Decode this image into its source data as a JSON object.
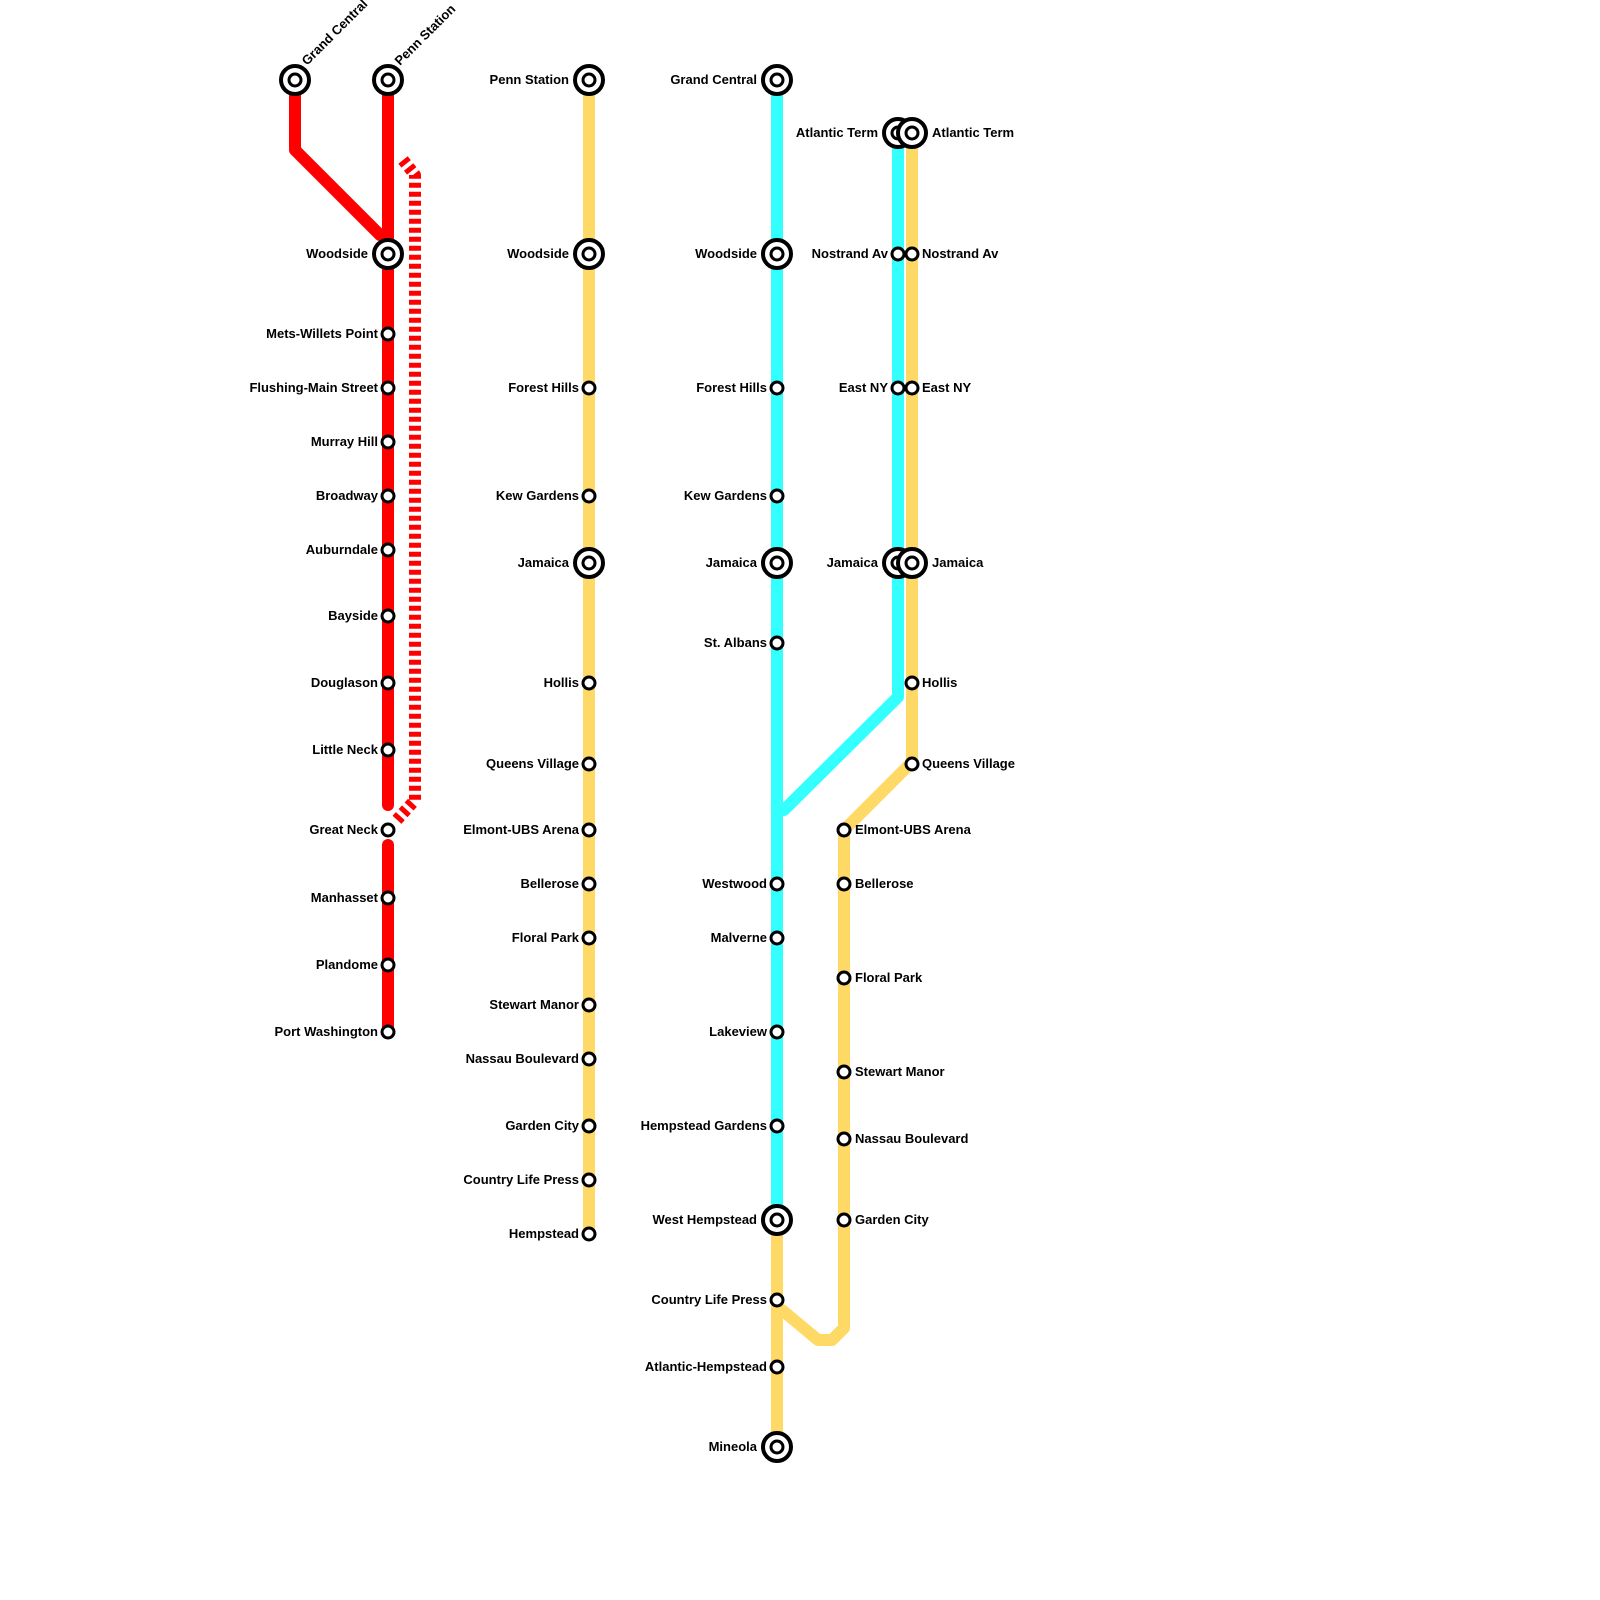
{
  "colors": {
    "port_washington": "#ff0000",
    "hempstead": "#ffd966",
    "west_hempstead": "#33ffff"
  },
  "lines": [
    {
      "id": "port-washington-branch",
      "color": "#ff0000"
    },
    {
      "id": "port-washington-express",
      "color": "#ff0000",
      "style": "dashed"
    },
    {
      "id": "hempstead-branch",
      "color": "#ffd966"
    },
    {
      "id": "west-hempstead-branch",
      "color": "#33ffff"
    },
    {
      "id": "atlantic-hempstead-branch",
      "color": "#ffd966"
    },
    {
      "id": "atlantic-west-hempstead-branch",
      "color": "#33ffff"
    },
    {
      "id": "mineola-connector",
      "color": "#ffd966"
    }
  ],
  "stations": {
    "pw_grand_central": "Grand Central",
    "pw_penn_station": "Penn Station",
    "pw_woodside": "Woodside",
    "pw_mets": "Mets-Willets Point",
    "pw_flushing": "Flushing-Main Street",
    "pw_murray_hill": "Murray Hill",
    "pw_broadway": "Broadway",
    "pw_auburndale": "Auburndale",
    "pw_bayside": "Bayside",
    "pw_douglason": "Douglason",
    "pw_little_neck": "Little Neck",
    "pw_great_neck": "Great Neck",
    "pw_manhasset": "Manhasset",
    "pw_plandome": "Plandome",
    "pw_port_washington": "Port Washington",
    "h_penn_station": "Penn Station",
    "h_woodside": "Woodside",
    "h_forest_hills": "Forest Hills",
    "h_kew_gardens": "Kew Gardens",
    "h_jamaica": "Jamaica",
    "h_hollis": "Hollis",
    "h_queens_village": "Queens Village",
    "h_elmont": "Elmont-UBS Arena",
    "h_bellerose": "Bellerose",
    "h_floral_park": "Floral Park",
    "h_stewart_manor": "Stewart Manor",
    "h_nassau_blvd": "Nassau Boulevard",
    "h_garden_city": "Garden City",
    "h_country_life": "Country Life Press",
    "h_hempstead": "Hempstead",
    "wh_grand_central": "Grand Central",
    "wh_woodside": "Woodside",
    "wh_forest_hills": "Forest Hills",
    "wh_kew_gardens": "Kew Gardens",
    "wh_jamaica": "Jamaica",
    "wh_st_albans": "St. Albans",
    "wh_westwood": "Westwood",
    "wh_malverne": "Malverne",
    "wh_lakeview": "Lakeview",
    "wh_hempstead_gardens": "Hempstead Gardens",
    "wh_west_hempstead": "West Hempstead",
    "m_country_life": "Country Life Press",
    "m_atlantic_hempstead": "Atlantic-Hempstead",
    "m_mineola": "Mineola",
    "ac_atlantic_term": "Atlantic Term",
    "ac_nostrand": "Nostrand Av",
    "ac_east_ny": "East NY",
    "ac_jamaica": "Jamaica",
    "ay_atlantic_term": "Atlantic Term",
    "ay_nostrand": "Nostrand Av",
    "ay_east_ny": "East NY",
    "ay_jamaica": "Jamaica",
    "ay_hollis": "Hollis",
    "ay_queens_village": "Queens Village",
    "ay_elmont": "Elmont-UBS Arena",
    "ay_bellerose": "Bellerose",
    "ay_floral_park": "Floral Park",
    "ay_stewart_manor": "Stewart Manor",
    "ay_nassau_blvd": "Nassau Boulevard",
    "ay_garden_city": "Garden City"
  }
}
